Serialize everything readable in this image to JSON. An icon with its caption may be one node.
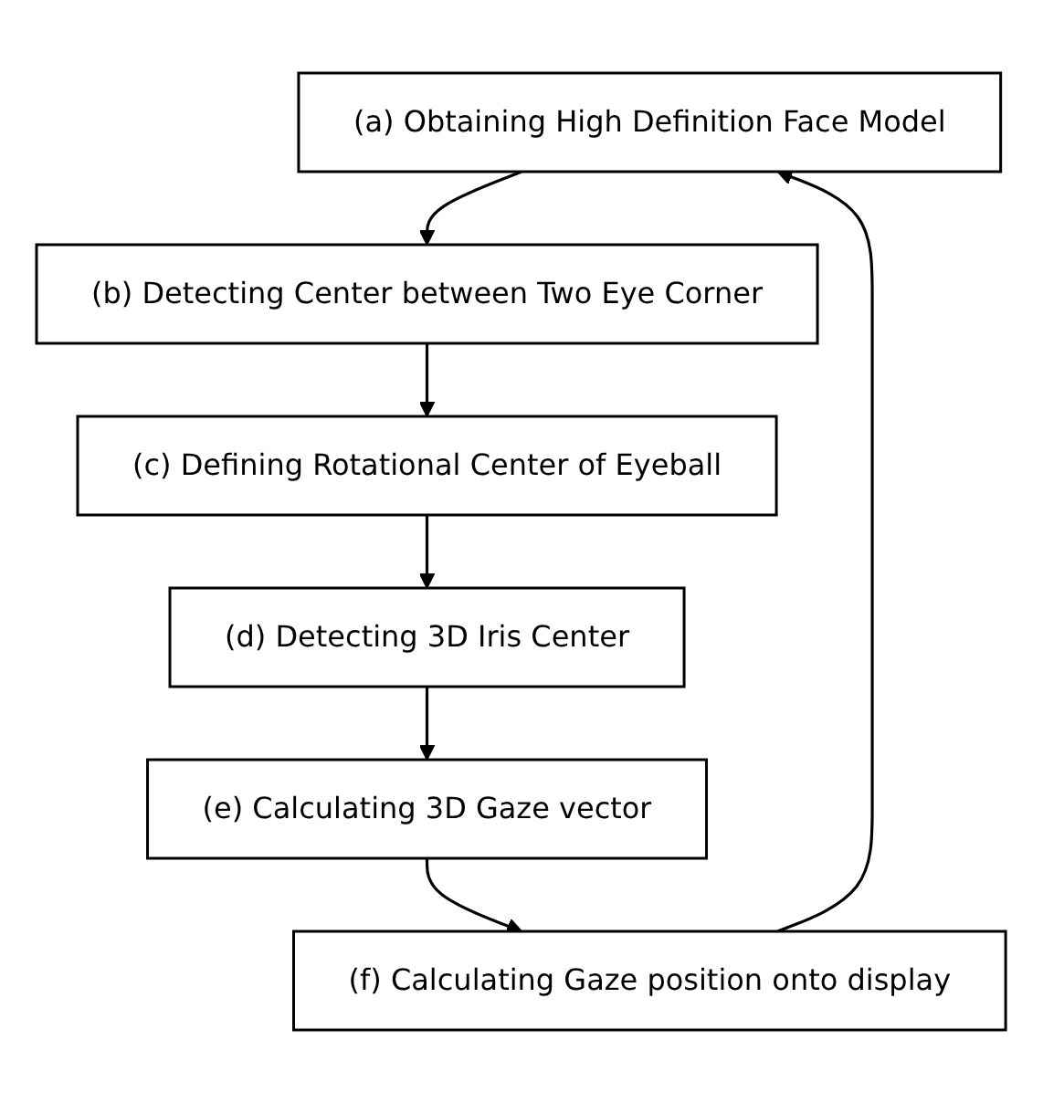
{
  "diagram": {
    "nodes": [
      {
        "text": [
          "(a) Obtaining High Definition Face Model"
        ]
      },
      {
        "text": [
          "(b) Detecting Center between Two Eye Corner"
        ]
      },
      {
        "text": [
          "(c) Defining Rotational Center of Eyeball"
        ]
      },
      {
        "text": [
          "(d) Detecting 3D Iris Center"
        ]
      },
      {
        "text": [
          "(e) Calculating 3D Gaze vector"
        ]
      },
      {
        "text": [
          "(f) Calculating Gaze position onto display"
        ]
      }
    ],
    "edges": [
      {
        "from": 0,
        "to": 1,
        "arrow": "to"
      },
      {
        "from": 1,
        "to": 2,
        "arrow": "to"
      },
      {
        "from": 2,
        "to": 3,
        "arrow": "to"
      },
      {
        "from": 3,
        "to": 4,
        "arrow": "to"
      },
      {
        "from": 4,
        "to": 5,
        "arrow": "to"
      },
      {
        "from": 5,
        "to": 0,
        "arrow": "to"
      }
    ]
  }
}
